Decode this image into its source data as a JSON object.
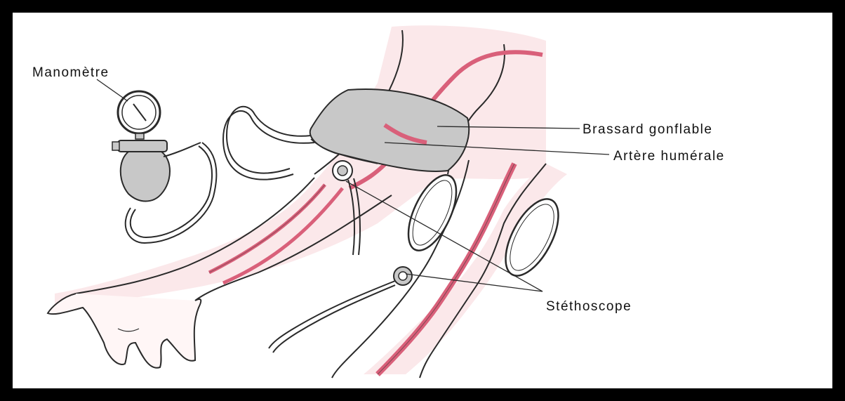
{
  "labels": {
    "manometre": "Manomètre",
    "brassard": "Brassard gonflable",
    "artere": "Artère humérale",
    "stethoscope": "Stéthoscope"
  },
  "colors": {
    "artery": "#d9607a",
    "skin_tint": "#fbe8ea",
    "cuff": "#c8c8c8",
    "outline": "#2a2a2a",
    "frame": "#000000"
  }
}
